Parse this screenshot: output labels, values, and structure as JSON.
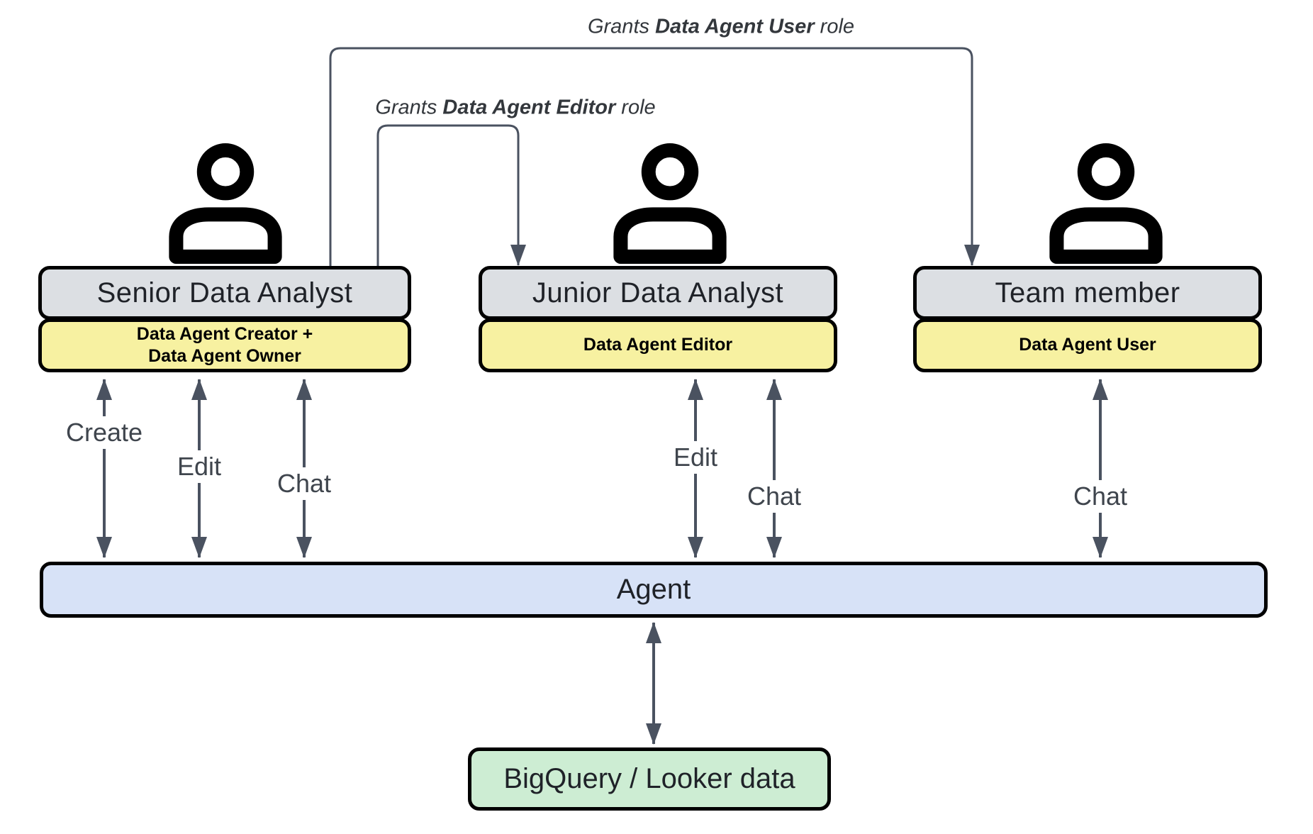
{
  "annotations": {
    "grant_user": {
      "prefix": "Grants ",
      "target": "Data Agent User",
      "suffix": " role"
    },
    "grant_editor": {
      "prefix": "Grants ",
      "target": "Data Agent Editor",
      "suffix": " role"
    }
  },
  "actors": [
    {
      "title": "Senior Data Analyst",
      "role_lines": [
        "Data Agent Creator +",
        "Data Agent Owner"
      ],
      "actions": [
        "Create",
        "Edit",
        "Chat"
      ]
    },
    {
      "title": "Junior Data Analyst",
      "role_lines": [
        "Data Agent Editor"
      ],
      "actions": [
        "Edit",
        "Chat"
      ]
    },
    {
      "title": "Team member",
      "role_lines": [
        "Data Agent User"
      ],
      "actions": [
        "Chat"
      ]
    }
  ],
  "agent": {
    "label": "Agent"
  },
  "data_source": {
    "label": "BigQuery / Looker data"
  },
  "colors": {
    "actor_box": "#dcdfe3",
    "role_box": "#f7f1a1",
    "agent_box": "#d7e2f7",
    "data_box": "#cdedd3",
    "connector": "#4a5260",
    "border": "#000000",
    "icon": "#000000"
  }
}
